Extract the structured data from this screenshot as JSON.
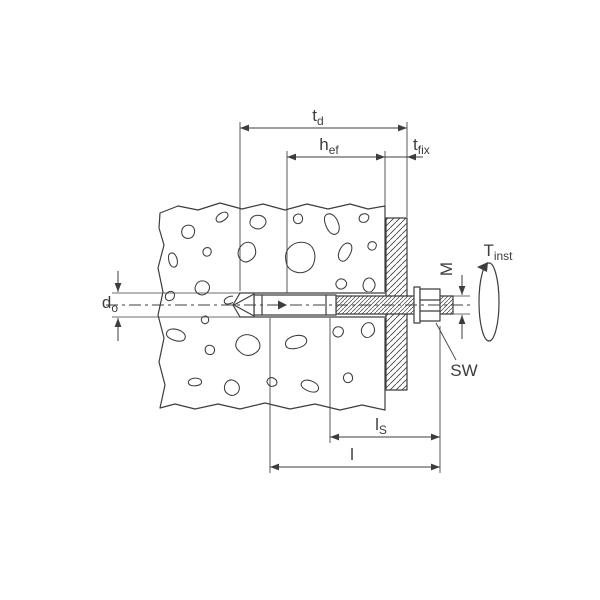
{
  "diagram": {
    "type": "technical-installation-drawing",
    "subject": "wedge anchor bolt installed through fixture into concrete"
  },
  "labels": {
    "td": {
      "main": "t",
      "sub": "d"
    },
    "hef": {
      "main": "h",
      "sub": "ef"
    },
    "tfix": {
      "main": "t",
      "sub": "fix"
    },
    "tinst": {
      "main": "T",
      "sub": "inst"
    },
    "m": {
      "main": "M"
    },
    "do": {
      "main": "d",
      "sub": "o"
    },
    "sw": {
      "main": "SW"
    },
    "ls": {
      "main": "l",
      "sub": "S"
    },
    "l": {
      "main": "l"
    }
  },
  "colors": {
    "line": "#3d3d3d",
    "background": "#ffffff"
  }
}
